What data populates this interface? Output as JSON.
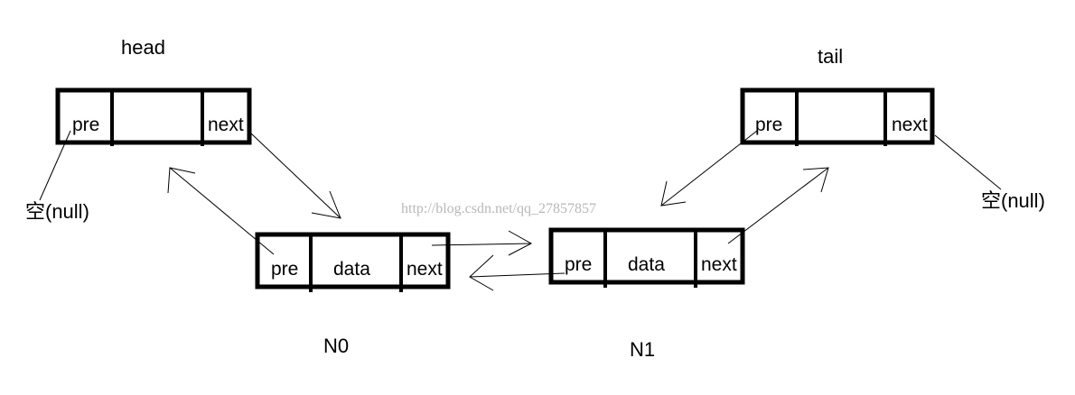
{
  "labels": {
    "head": "head",
    "tail": "tail",
    "n0": "N0",
    "n1": "N1",
    "null_left": "空(null)",
    "null_right": "空(null)"
  },
  "cells": {
    "pre": "pre",
    "next": "next",
    "data": "data"
  },
  "watermark": "http://blog.csdn.net/qq_27857857"
}
